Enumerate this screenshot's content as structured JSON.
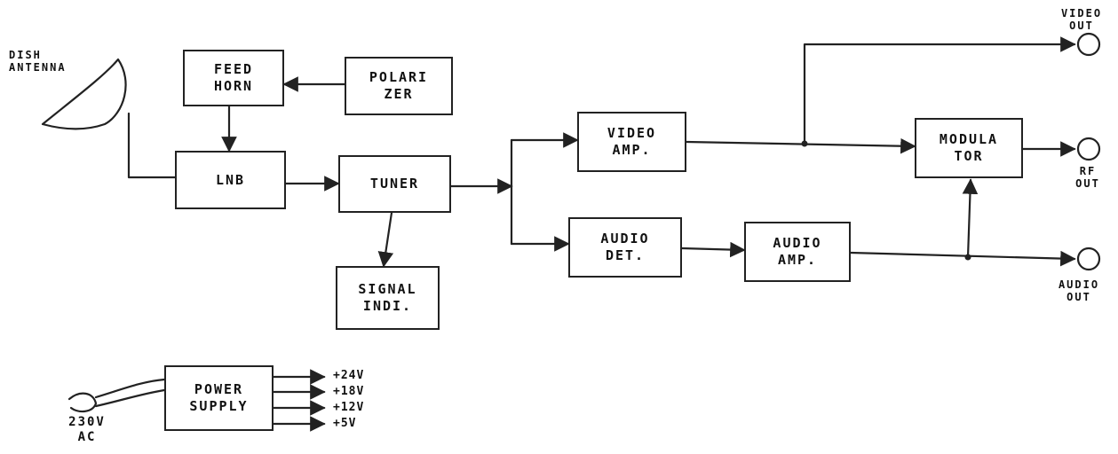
{
  "blocks": {
    "feed_horn": "FEED\nHORN",
    "polarizer": "POLARI\nZER",
    "lnb": "LNB",
    "tuner": "TUNER",
    "signal_indicator": "SIGNAL\nINDI.",
    "video_amp": "VIDEO\nAMP.",
    "audio_det": "AUDIO\nDET.",
    "audio_amp": "AUDIO\nAMP.",
    "modulator": "MODULA\nTOR",
    "power_supply": "POWER\nSUPPLY"
  },
  "labels": {
    "dish_antenna": "DISH\nANTENNA",
    "video_out": "VIDEO\nOUT",
    "rf_out": "RF\nOUT",
    "audio_out": "AUDIO\nOUT",
    "ac_input": "230V\nAC"
  },
  "supply_voltages": [
    "+24V",
    "+18V",
    "+12V",
    "+5V"
  ]
}
